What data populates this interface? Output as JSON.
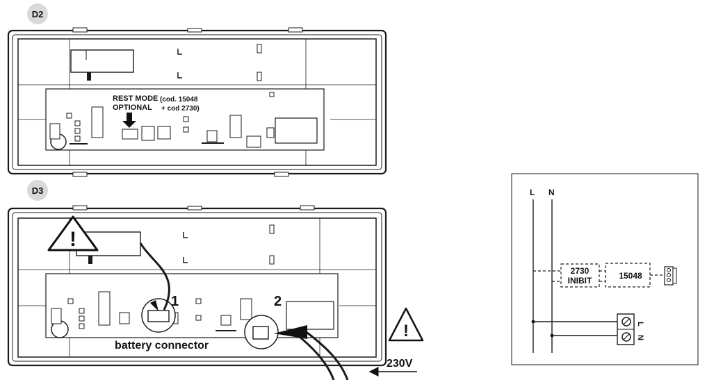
{
  "panel_d2": {
    "badge": "D2",
    "rest_mode_title": "REST MODE",
    "rest_mode_sub": "OPTIONAL",
    "code_line1": "(cod. 15048",
    "code_line2": "+ cod 2730)"
  },
  "panel_d3": {
    "badge": "D3",
    "step1": "1",
    "step2": "2",
    "connector_label": "battery connector",
    "voltage_label": "230V"
  },
  "wiring": {
    "line_label": "L",
    "neutral_label": "N",
    "inhibit_code": "2730",
    "inhibit_label": "INIBIT",
    "module_code": "15048",
    "minus_sign": "-",
    "plus_sign": "+",
    "terminal_l": "L",
    "terminal_n": "N"
  },
  "icons": {
    "warning": "warning-triangle-icon",
    "arrow": "arrow-icon"
  },
  "colors": {
    "badge_bg": "#d9d9d9",
    "line": "#1a1a1a",
    "board_fill": "#ffffff"
  }
}
